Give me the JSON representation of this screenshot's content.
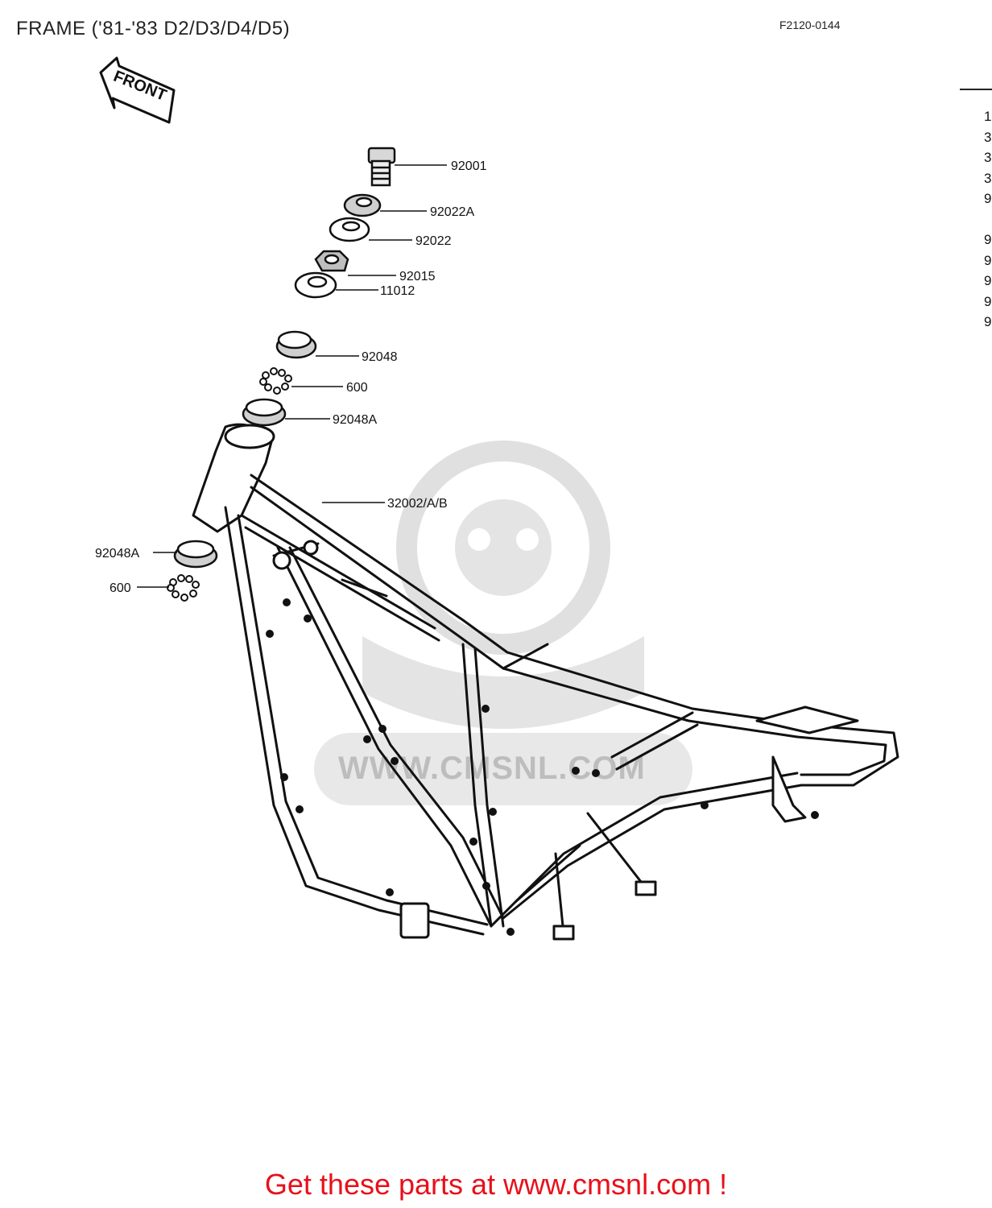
{
  "header": {
    "title": "FRAME ('81-'83 D2/D3/D4/D5)",
    "drawing_code": "F2120-0144"
  },
  "orientation_label": "FRONT",
  "parts": [
    {
      "number": "92001"
    },
    {
      "number": "92022A"
    },
    {
      "number": "92022"
    },
    {
      "number": "92015"
    },
    {
      "number": "11012"
    },
    {
      "number": "92048"
    },
    {
      "number": "600"
    },
    {
      "number": "92048A"
    },
    {
      "number": "32002/A/B"
    },
    {
      "number": "92048A"
    },
    {
      "number": "600"
    }
  ],
  "right_column_marks": [
    "1",
    "3",
    "3",
    "3",
    "9",
    "",
    "9",
    "9",
    "9",
    "9",
    "9"
  ],
  "watermark_url": "WWW.CMSNL.COM",
  "footer": {
    "text": "Get these parts at www.cmsnl.com !",
    "color": "#e8101a"
  }
}
